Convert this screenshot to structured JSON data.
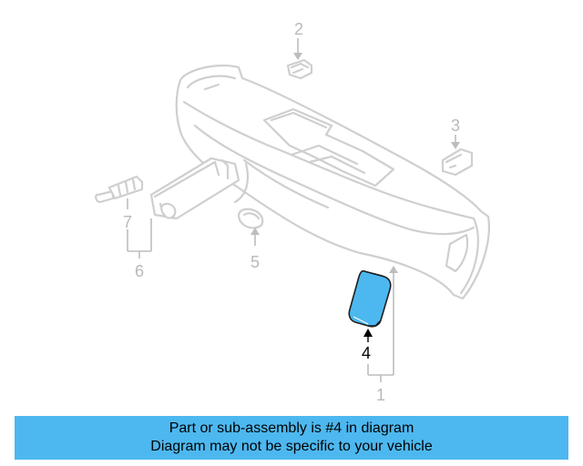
{
  "diagram": {
    "highlight_color": "#4db8f0",
    "callouts": {
      "part1": "1",
      "part2": "2",
      "part3": "3",
      "part4": "4",
      "part5": "5",
      "part6": "6",
      "part7": "7"
    },
    "highlighted_part": "4"
  },
  "banner": {
    "line1": "Part or sub-assembly is #4 in diagram",
    "line2": "Diagram may not be specific to your vehicle",
    "background": "#4db8f0"
  }
}
